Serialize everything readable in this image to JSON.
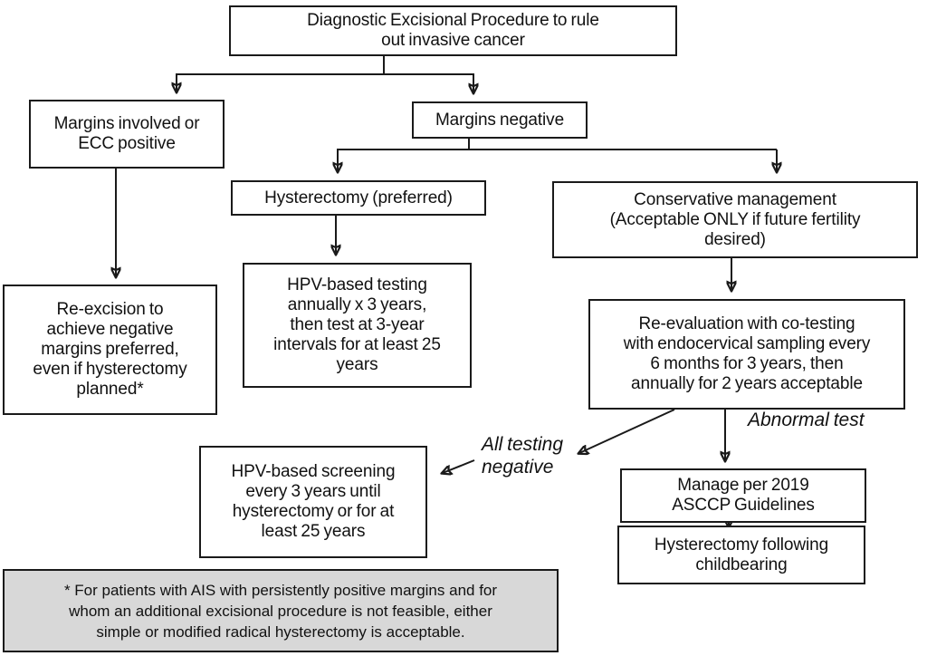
{
  "diagram": {
    "nodes": {
      "root": "Diagnostic Excisional Procedure to rule\nout invasive cancer",
      "margins_involved": "Margins involved or\nECC positive",
      "margins_negative": "Margins negative",
      "hysterectomy_preferred": "Hysterectomy (preferred)",
      "conservative_management": "Conservative management\n(Acceptable ONLY if future fertility\ndesired)",
      "re_excision": "Re-excision to\nachieve negative\nmargins preferred,\neven if hysterectomy\nplanned*",
      "hpv_testing": "HPV-based testing\nannually x 3 years,\nthen test at 3-year\nintervals for at least 25\nyears",
      "re_evaluation": "Re-evaluation with co-testing\nwith endocervical sampling every\n6 months for 3 years, then\nannually for 2 years acceptable",
      "hpv_screening": "HPV-based screening\nevery 3 years until\nhysterectomy or for at\nleast 25 years",
      "manage_asccp": "Manage per 2019\nASCCP Guidelines",
      "hysterectomy_childbearing": "Hysterectomy following\nchildbearing"
    },
    "edge_labels": {
      "all_testing_negative": "All testing\nnegative",
      "abnormal_test": "Abnormal test"
    },
    "footnote": "* For patients with AIS with persistently positive margins and for\nwhom an additional excisional procedure is not feasible, either\nsimple or modified radical hysterectomy is acceptable.",
    "colors": {
      "line": "#1a1a1a",
      "text": "#111111",
      "box_background": "#ffffff",
      "footnote_background": "#d8d8d8",
      "page_background": "#ffffff"
    }
  }
}
